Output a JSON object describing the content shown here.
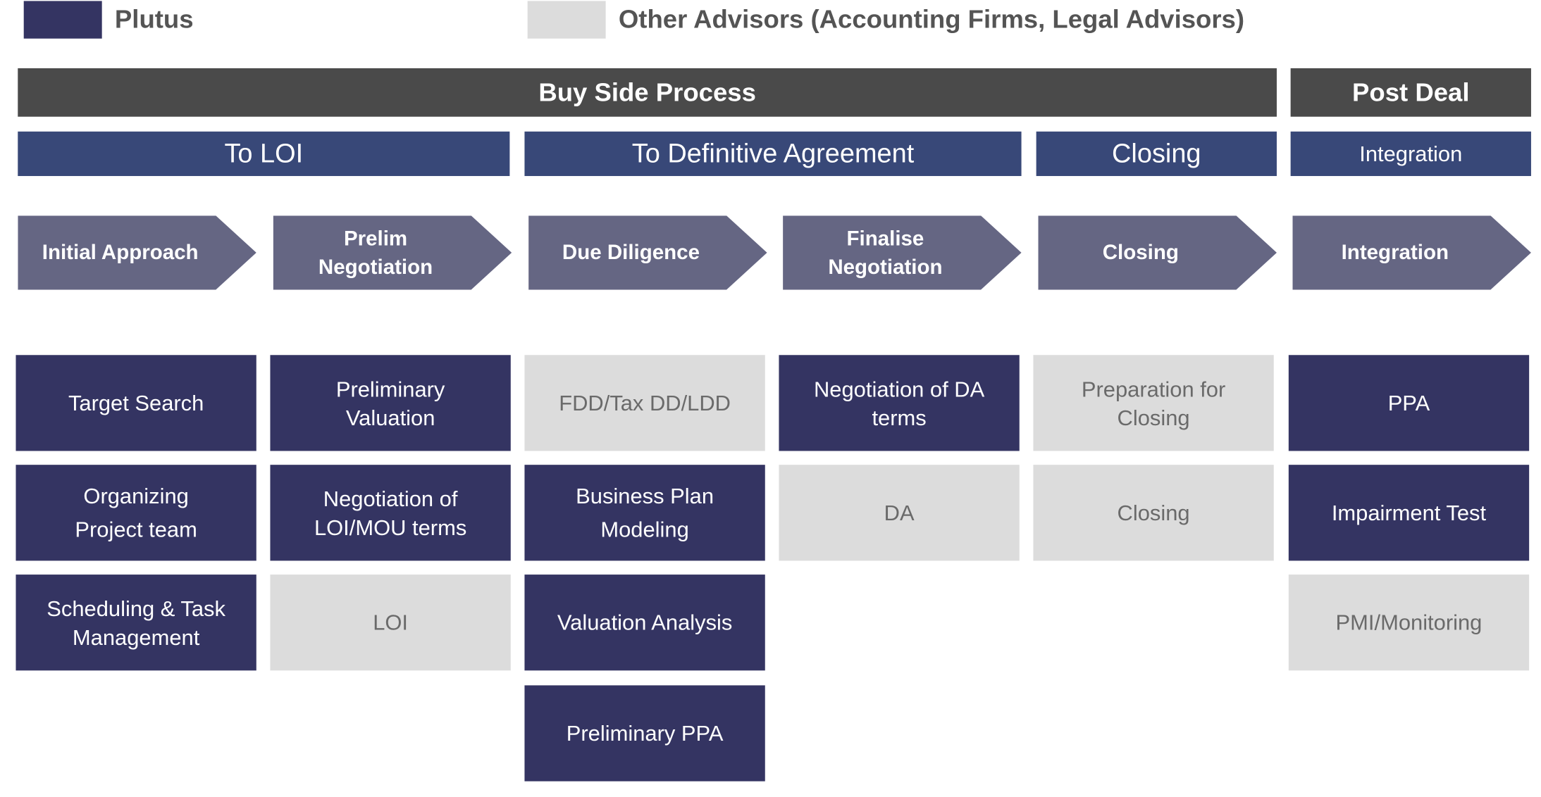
{
  "legend": {
    "plutus": {
      "label": "Plutus",
      "color": "#343462"
    },
    "other": {
      "label": "Other Advisors (Accounting Firms, Legal Advisors)",
      "color": "#dcdcdc"
    }
  },
  "header": {
    "buy_side": "Buy Side Process",
    "post_deal": "Post Deal"
  },
  "subphases": {
    "to_loi": "To LOI",
    "to_da": "To Definitive Agreement",
    "closing": "Closing",
    "integration": "Integration"
  },
  "steps": {
    "initial_approach": "Initial Approach",
    "prelim_negotiation": [
      "Prelim",
      "Negotiation"
    ],
    "due_diligence": "Due Diligence",
    "finalise_negotiation": [
      "Finalise",
      "Negotiation"
    ],
    "closing": "Closing",
    "integration": "Integration"
  },
  "tasks": {
    "col1": [
      {
        "lines": [
          "Target Search"
        ],
        "owner": "plutus"
      },
      {
        "lines": [
          "Organizing",
          "Project team"
        ],
        "owner": "plutus"
      },
      {
        "lines": [
          "Scheduling & Task",
          "Management"
        ],
        "owner": "plutus"
      }
    ],
    "col2": [
      {
        "lines": [
          "Preliminary",
          "Valuation"
        ],
        "owner": "plutus"
      },
      {
        "lines": [
          "Negotiation of",
          "LOI/MOU terms"
        ],
        "owner": "plutus"
      },
      {
        "lines": [
          "LOI"
        ],
        "owner": "other"
      }
    ],
    "col3": [
      {
        "lines": [
          "FDD/Tax DD/LDD"
        ],
        "owner": "other"
      },
      {
        "lines": [
          "Business Plan",
          "Modeling"
        ],
        "owner": "plutus"
      },
      {
        "lines": [
          "Valuation Analysis"
        ],
        "owner": "plutus"
      },
      {
        "lines": [
          "Preliminary PPA"
        ],
        "owner": "plutus"
      }
    ],
    "col4": [
      {
        "lines": [
          "Negotiation of DA",
          "terms"
        ],
        "owner": "plutus"
      },
      {
        "lines": [
          "DA"
        ],
        "owner": "other"
      }
    ],
    "col5": [
      {
        "lines": [
          "Preparation for",
          "Closing"
        ],
        "owner": "other"
      },
      {
        "lines": [
          "Closing"
        ],
        "owner": "other"
      }
    ],
    "col6": [
      {
        "lines": [
          "PPA"
        ],
        "owner": "plutus"
      },
      {
        "lines": [
          "Impairment Test"
        ],
        "owner": "plutus"
      },
      {
        "lines": [
          "PMI/Monitoring"
        ],
        "owner": "other"
      }
    ]
  }
}
